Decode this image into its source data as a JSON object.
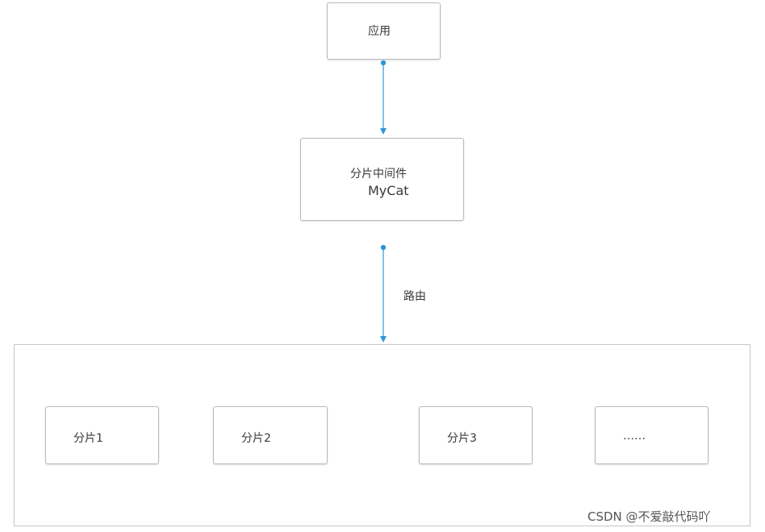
{
  "nodes": {
    "app": {
      "label": "应用"
    },
    "middleware": {
      "line1": "分片中间件",
      "line2": "MyCat"
    },
    "shards": [
      {
        "label": "分片1"
      },
      {
        "label": "分片2"
      },
      {
        "label": "分片3"
      },
      {
        "label": "……"
      }
    ]
  },
  "edges": {
    "route_label": "路由"
  },
  "colors": {
    "connector": "#2e95d8",
    "border": "#b9b9b9"
  },
  "watermark": "CSDN @不爱敲代码吖"
}
